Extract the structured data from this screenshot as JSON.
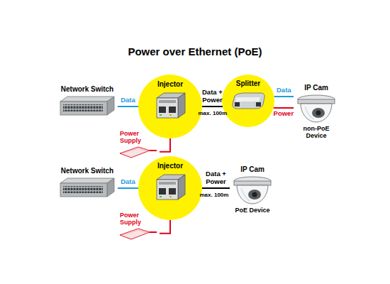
{
  "diagram": {
    "title": "Power over Ethernet (PoE)",
    "nodes": [
      {
        "text": [
          "Network Switch"
        ]
      },
      {
        "text": [
          "Injector"
        ]
      },
      {
        "text": [
          "Splitter"
        ]
      },
      {
        "text": [
          "IP Cam",
          "non-PoE Device"
        ]
      },
      {
        "text": [
          "Power Supply"
        ]
      },
      {
        "text": [
          "Network Switch"
        ]
      },
      {
        "text": [
          "Injector"
        ]
      },
      {
        "text": [
          "IP Cam",
          "PoE Device"
        ]
      },
      {
        "text": [
          "Power Supply"
        ]
      }
    ],
    "edges": [
      {
        "from": 0,
        "to": 1,
        "label": "Data",
        "arrow": "none"
      },
      {
        "from": 1,
        "to": 2,
        "label": "Data + Power",
        "arrow": "none"
      },
      {
        "from": 2,
        "to": 3,
        "label": "Data",
        "arrow": "none"
      },
      {
        "from": 2,
        "to": 3,
        "label": "Power",
        "arrow": "none"
      },
      {
        "from": 4,
        "to": 1,
        "arrow": "none"
      },
      {
        "from": 5,
        "to": 6,
        "label": "Data",
        "arrow": "none"
      },
      {
        "from": 6,
        "to": 7,
        "label": "Data + Power",
        "arrow": "none"
      },
      {
        "from": 8,
        "to": 6,
        "arrow": "none"
      }
    ],
    "labels": [
      "max. 100m",
      "max. 100m"
    ]
  }
}
